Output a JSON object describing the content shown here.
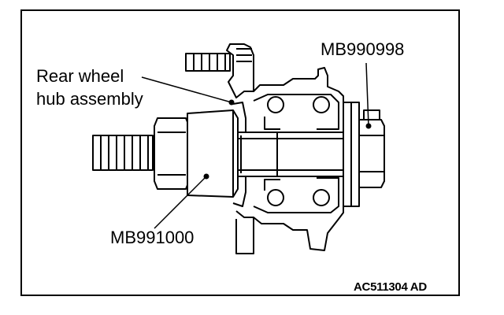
{
  "labels": {
    "hub_line1": "Rear wheel",
    "hub_line2": "hub assembly",
    "tool_top": "MB990998",
    "tool_bottom": "MB991000"
  },
  "figure_code": "AC511304 AD"
}
